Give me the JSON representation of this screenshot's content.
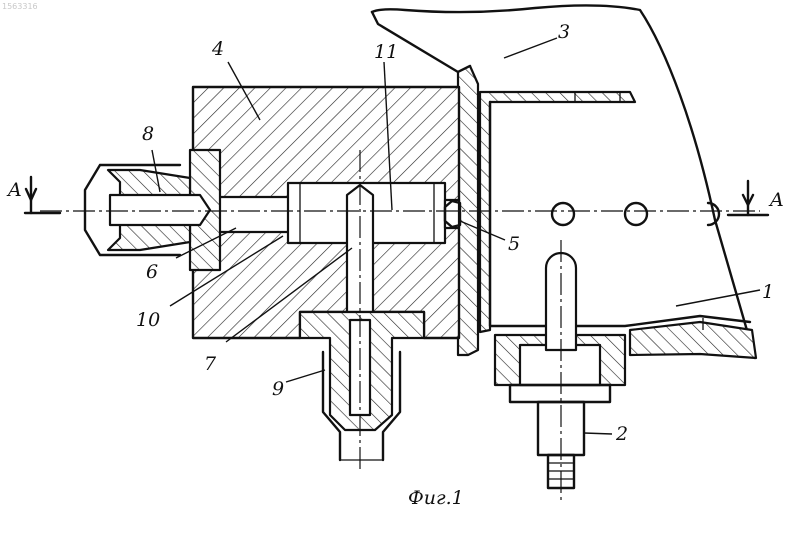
{
  "figure": {
    "caption": "Фиг.1",
    "watermark": "1563316",
    "section_mark": "A",
    "part_labels": [
      {
        "id": "1",
        "text": "1"
      },
      {
        "id": "2",
        "text": "2"
      },
      {
        "id": "3",
        "text": "3"
      },
      {
        "id": "4",
        "text": "4"
      },
      {
        "id": "5",
        "text": "5"
      },
      {
        "id": "6",
        "text": "6"
      },
      {
        "id": "7",
        "text": "7"
      },
      {
        "id": "8",
        "text": "8"
      },
      {
        "id": "9",
        "text": "9"
      },
      {
        "id": "10",
        "text": "10"
      },
      {
        "id": "11",
        "text": "11"
      }
    ]
  }
}
